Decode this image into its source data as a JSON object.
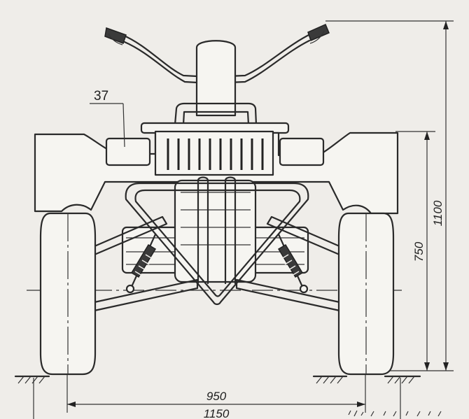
{
  "labels": {
    "part_number": "37",
    "overall_height": "1100",
    "axle_height": "750",
    "track_width": "950",
    "overall_width": "1150"
  },
  "colors": {
    "ink": "#2a2a2a",
    "paper": "#f1f0ec"
  }
}
